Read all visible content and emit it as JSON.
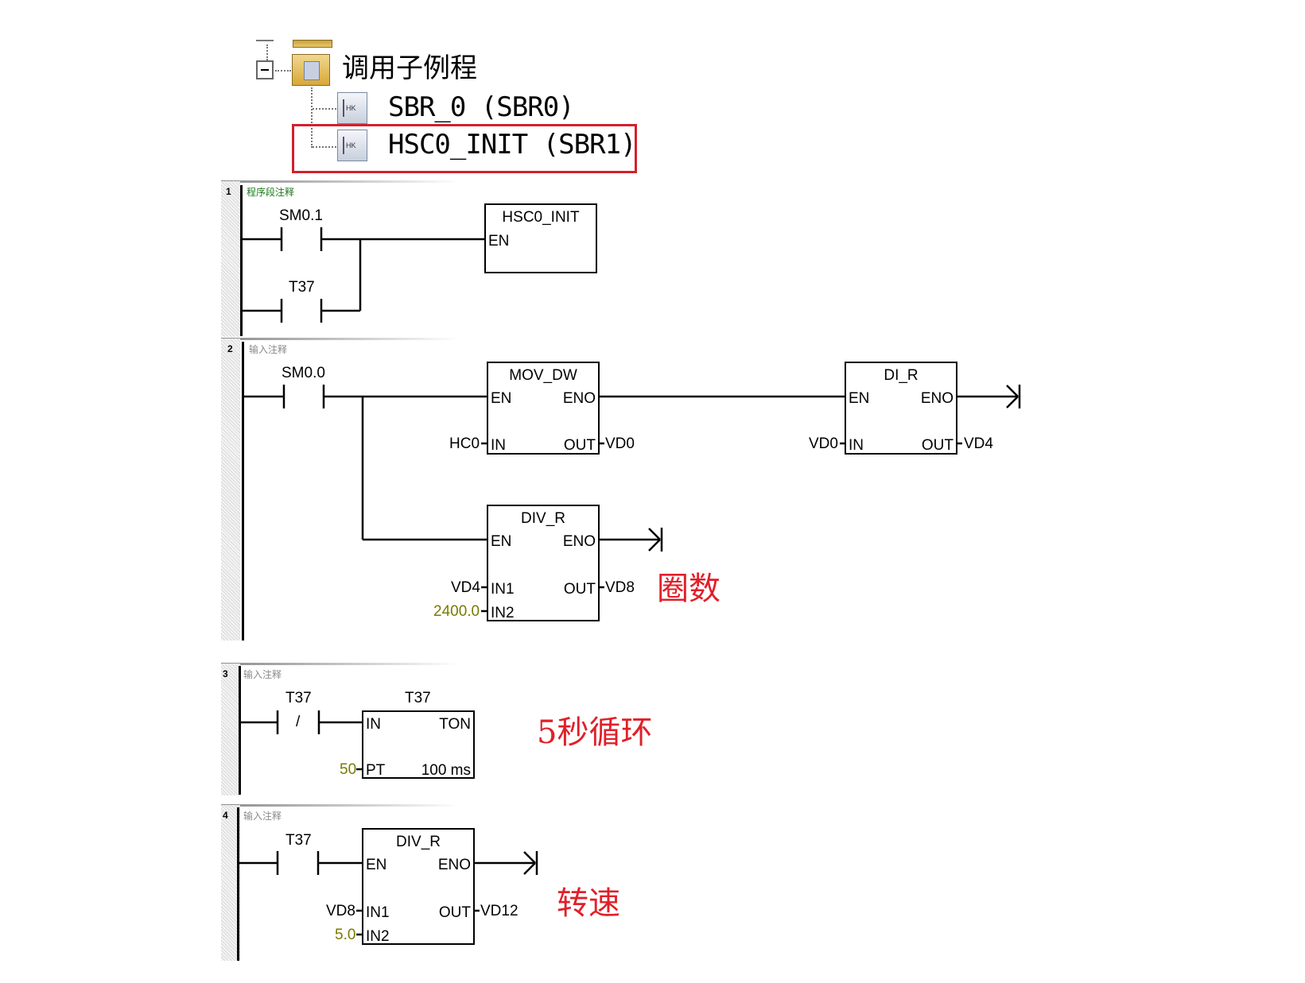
{
  "tree": {
    "parent_label": "调用子例程",
    "items": [
      {
        "label": "SBR_0 (SBR0)",
        "highlighted": false
      },
      {
        "label": "HSC0_INIT (SBR1)",
        "highlighted": true
      }
    ],
    "highlight_color": "#d4202c"
  },
  "networks": [
    {
      "number": "1",
      "comment": "程序段注释",
      "comment_color": "#1a7a1a",
      "contacts": [
        {
          "address": "SM0.1",
          "type": "NO"
        },
        {
          "address": "T37",
          "type": "NO"
        }
      ],
      "block": {
        "name": "HSC0_INIT",
        "pins": {
          "en": "EN"
        }
      }
    },
    {
      "number": "2",
      "comment": "输入注释",
      "comment_color": "#8a8a8a",
      "contacts": [
        {
          "address": "SM0.0",
          "type": "NO"
        }
      ],
      "blocks": [
        {
          "name": "MOV_DW",
          "en": "EN",
          "eno": "ENO",
          "inputs": [
            {
              "pin": "IN",
              "operand": "HC0"
            }
          ],
          "outputs": [
            {
              "pin": "OUT",
              "operand": "VD0"
            }
          ]
        },
        {
          "name": "DI_R",
          "en": "EN",
          "eno": "ENO",
          "inputs": [
            {
              "pin": "IN",
              "operand": "VD0"
            }
          ],
          "outputs": [
            {
              "pin": "OUT",
              "operand": "VD4"
            }
          ]
        },
        {
          "name": "DIV_R",
          "en": "EN",
          "eno": "ENO",
          "inputs": [
            {
              "pin": "IN1",
              "operand": "VD4"
            },
            {
              "pin": "IN2",
              "operand": "2400.0"
            }
          ],
          "outputs": [
            {
              "pin": "OUT",
              "operand": "VD8"
            }
          ]
        }
      ],
      "annotation": "圈数"
    },
    {
      "number": "3",
      "comment": "输入注释",
      "comment_color": "#8a8a8a",
      "contacts": [
        {
          "address": "T37",
          "type": "NC",
          "symbol": "/"
        }
      ],
      "timer": {
        "name": "T37",
        "type": "TON",
        "in": "IN",
        "pt_pin": "PT",
        "pt_value": "50",
        "base": "100 ms"
      },
      "annotation": "5秒循环"
    },
    {
      "number": "4",
      "comment": "输入注释",
      "comment_color": "#8a8a8a",
      "contacts": [
        {
          "address": "T37",
          "type": "NO"
        }
      ],
      "block": {
        "name": "DIV_R",
        "en": "EN",
        "eno": "ENO",
        "inputs": [
          {
            "pin": "IN1",
            "operand": "VD8"
          },
          {
            "pin": "IN2",
            "operand": "5.0"
          }
        ],
        "outputs": [
          {
            "pin": "OUT",
            "operand": "VD12"
          }
        ]
      },
      "annotation": "转速"
    }
  ],
  "colors": {
    "constant_operand": "#7a7a00",
    "annotation": "#e0202a"
  }
}
